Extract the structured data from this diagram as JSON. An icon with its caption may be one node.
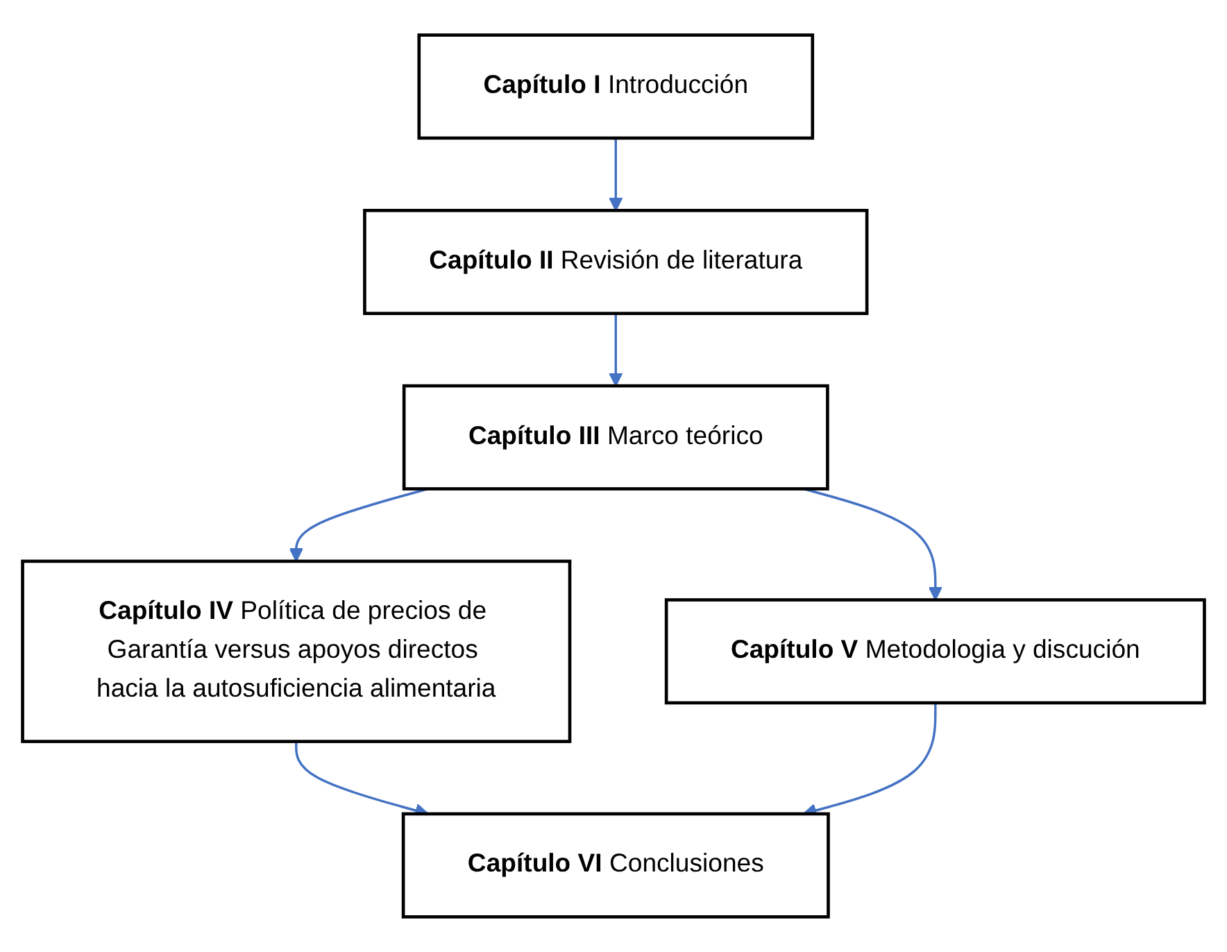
{
  "diagram": {
    "nodes": [
      {
        "text": [
          "**Capítulo I** Introducción"
        ]
      },
      {
        "text": [
          "**Capítulo II** Revisión de literatura"
        ]
      },
      {
        "text": [
          "**Capítulo III** Marco teórico"
        ]
      },
      {
        "text": [
          "**Capítulo IV** Política de precios de Garantía versus apoyos directos hacia la autosuficiencia alimentaria"
        ]
      },
      {
        "text": [
          "**Capítulo V** Metodologia y discución"
        ]
      },
      {
        "text": [
          "**Capítulo VI** Conclusiones"
        ]
      }
    ],
    "edges": [
      {
        "from": 0,
        "to": 1,
        "arrow": "to"
      },
      {
        "from": 1,
        "to": 2,
        "arrow": "to"
      },
      {
        "from": 2,
        "to": 3,
        "arrow": "to"
      },
      {
        "from": 2,
        "to": 4,
        "arrow": "to"
      },
      {
        "from": 3,
        "to": 5,
        "arrow": "to"
      },
      {
        "from": 4,
        "to": 5,
        "arrow": "to"
      }
    ]
  }
}
